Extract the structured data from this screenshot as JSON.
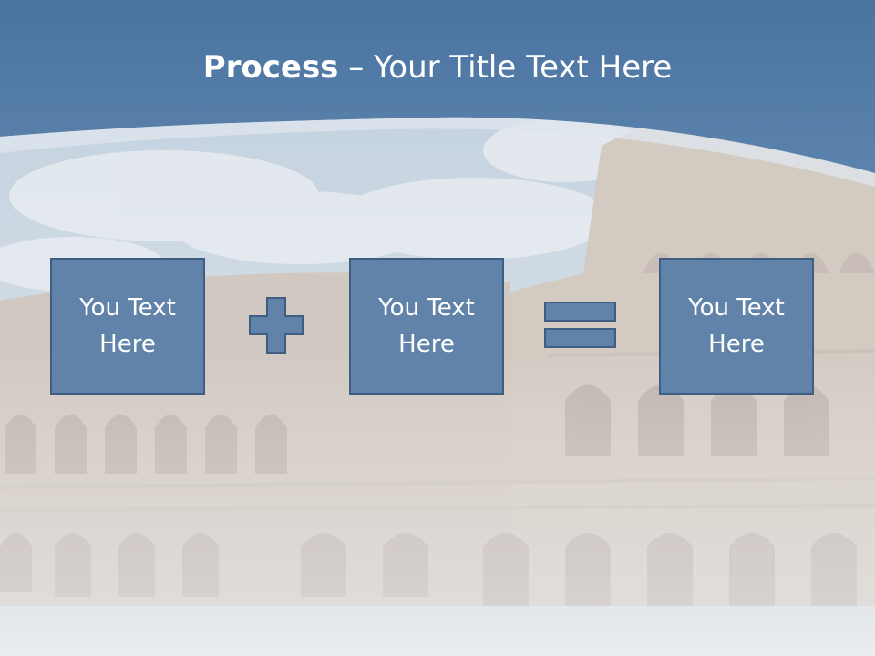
{
  "slide": {
    "title_bold": "Process",
    "title_rest": " – Your Title Text Here",
    "boxes": [
      {
        "label": "You Text Here"
      },
      {
        "label": "You Text Here"
      },
      {
        "label": "You Text Here"
      }
    ],
    "operators": [
      "plus-icon",
      "equals-icon"
    ]
  },
  "colors": {
    "header_blue": "#4f7aa6",
    "box_fill": "#6183a9",
    "box_border": "#3f5f82",
    "title_text": "#ffffff"
  }
}
